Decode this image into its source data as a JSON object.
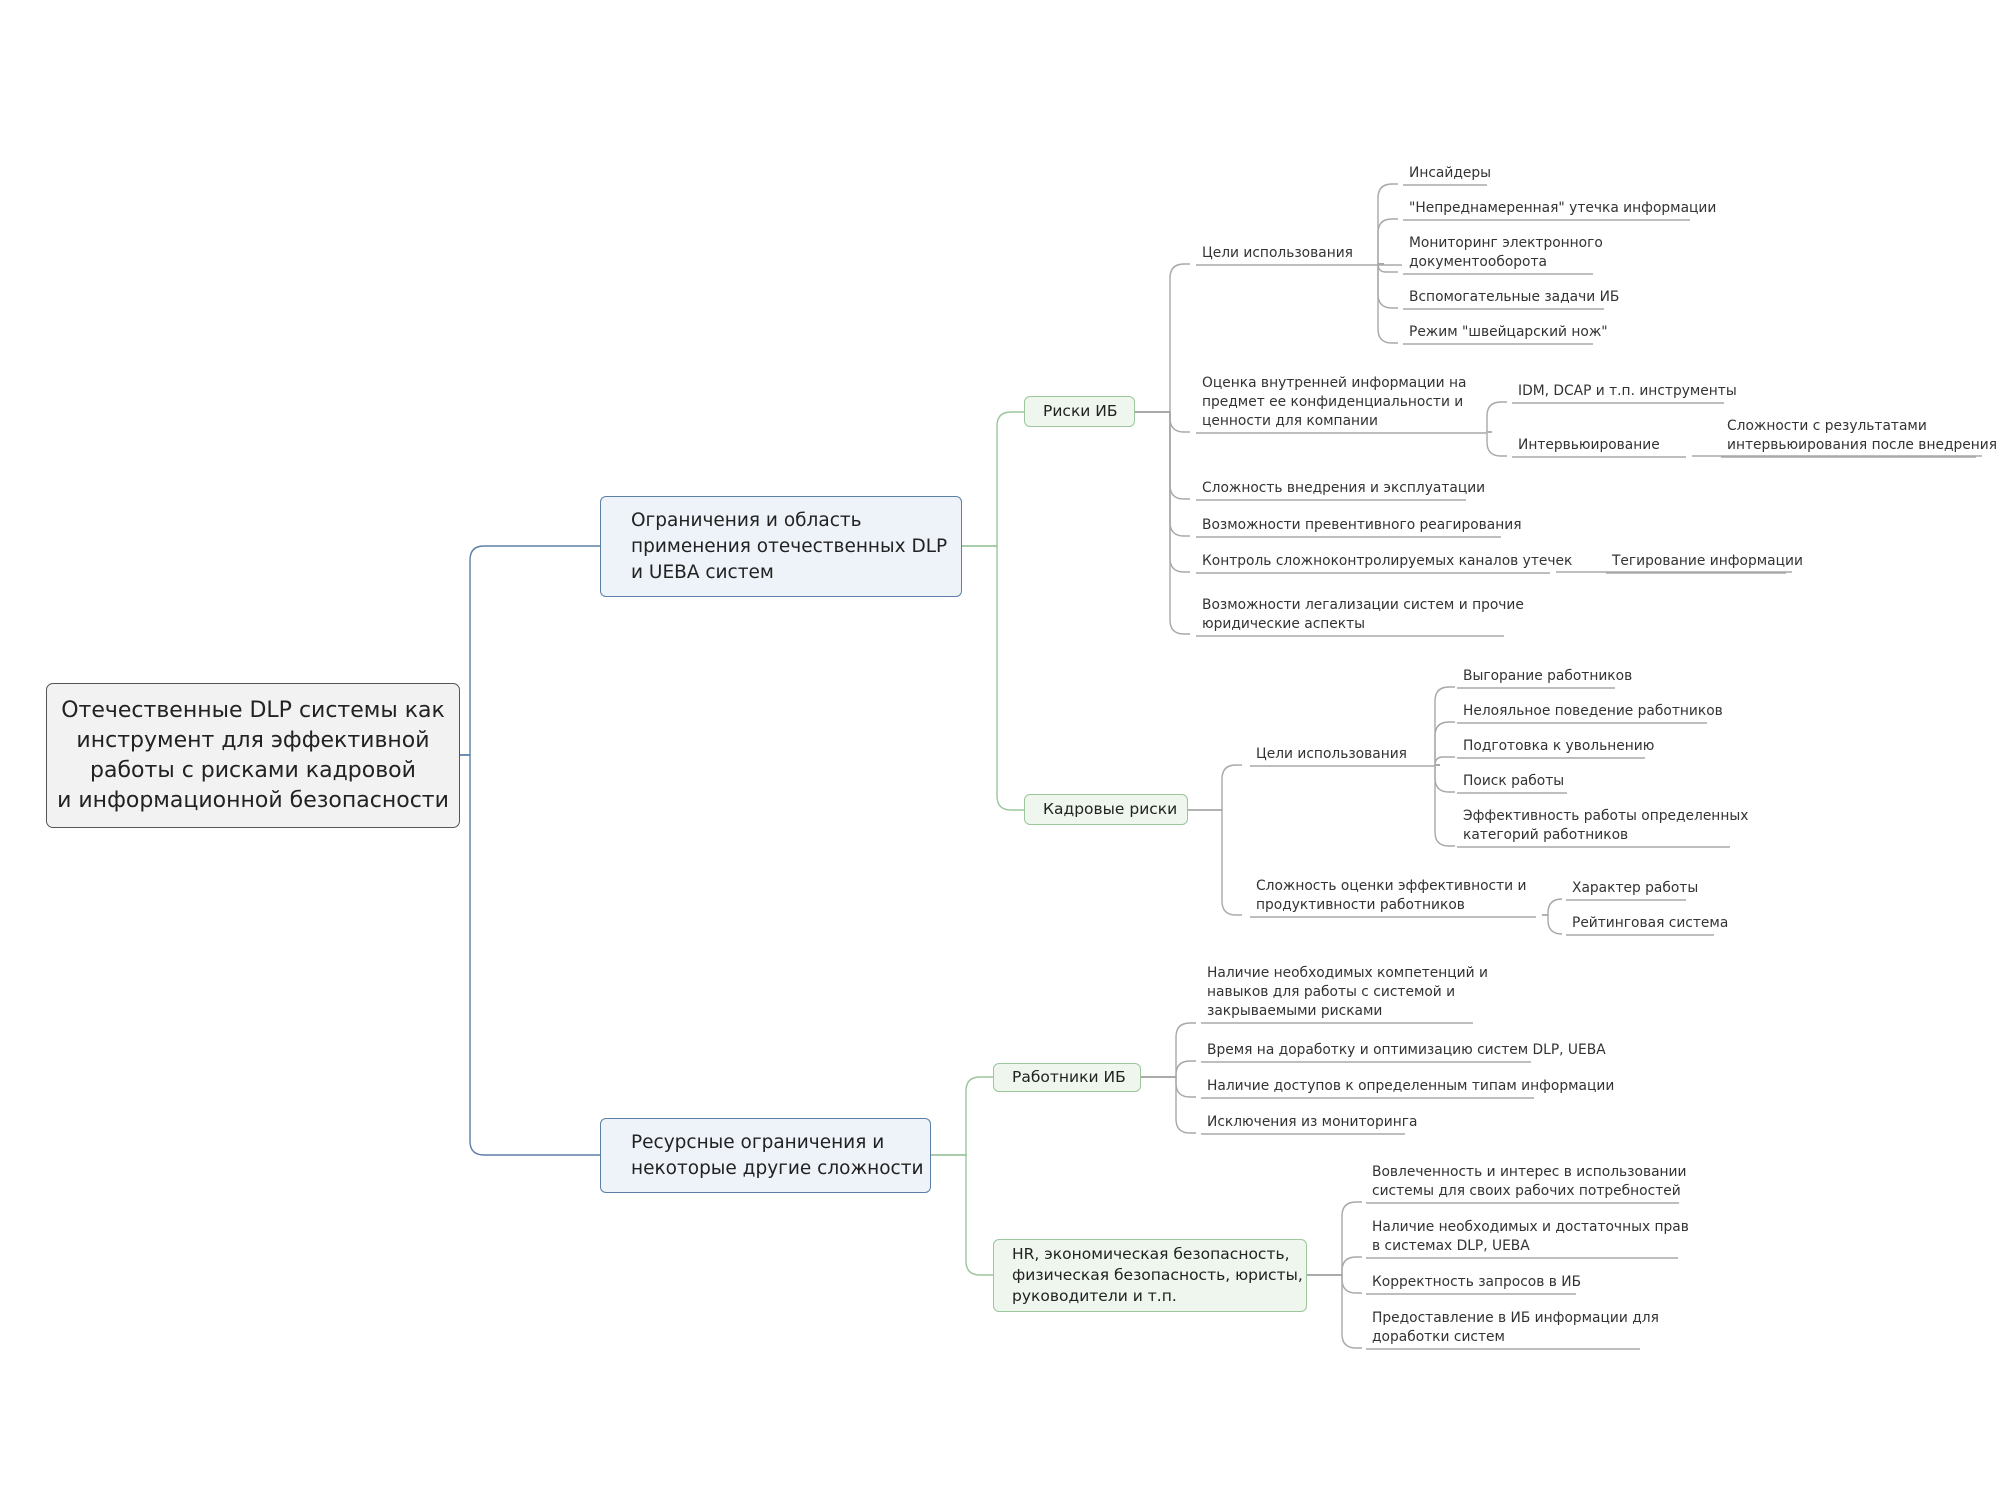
{
  "root": {
    "title": "Отечественные DLP системы как\nинструмент для эффективной\nработы с рисками кадровой\nи информационной безопасности"
  },
  "branches": [
    {
      "title": "Ограничения и область\nприменения отечественных DLP\nи UEBA систем",
      "children": [
        {
          "title": "Риски ИБ",
          "children": [
            {
              "text": "Цели использования",
              "children": [
                {
                  "text": "Инсайдеры"
                },
                {
                  "text": "\"Непреднамеренная\" утечка информации"
                },
                {
                  "text": "Мониторинг электронного\nдокументооборота"
                },
                {
                  "text": "Вспомогательные задачи ИБ"
                },
                {
                  "text": "Режим \"швейцарский нож\""
                }
              ]
            },
            {
              "text": "Оценка внутренней информации на\nпредмет ее конфиденциальности и\nценности для компании",
              "children": [
                {
                  "text": "IDM, DCAP и т.п. инструменты"
                },
                {
                  "text": "Интервьюирование",
                  "children": [
                    {
                      "text": "Сложности с результатами\nинтервьюирования после внедрения"
                    }
                  ]
                }
              ]
            },
            {
              "text": "Сложность внедрения и эксплуатации"
            },
            {
              "text": "Возможности превентивного реагирования"
            },
            {
              "text": "Контроль сложноконтролируемых каналов утечек",
              "children": [
                {
                  "text": "Тегирование информации"
                }
              ]
            },
            {
              "text": "Возможности легализации систем и прочие\nюридические аспекты"
            }
          ]
        },
        {
          "title": "Кадровые риски",
          "children": [
            {
              "text": "Цели использования",
              "children": [
                {
                  "text": "Выгорание работников"
                },
                {
                  "text": "Нелояльное поведение работников"
                },
                {
                  "text": "Подготовка к увольнению"
                },
                {
                  "text": "Поиск работы"
                },
                {
                  "text": "Эффективность работы определенных\nкатегорий работников"
                }
              ]
            },
            {
              "text": "Сложность оценки эффективности и\nпродуктивности работников",
              "children": [
                {
                  "text": "Характер работы"
                },
                {
                  "text": "Рейтинговая система"
                }
              ]
            }
          ]
        }
      ]
    },
    {
      "title": "Ресурсные ограничения и\nнекоторые другие сложности",
      "children": [
        {
          "title": "Работники ИБ",
          "children": [
            {
              "text": "Наличие необходимых компетенций и\nнавыков для работы с системой и\nзакрываемыми рисками"
            },
            {
              "text": "Время на доработку и оптимизацию систем DLP, UEBA"
            },
            {
              "text": "Наличие доступов к определенным типам информации"
            },
            {
              "text": "Исключения из мониторинга"
            }
          ]
        },
        {
          "title": "HR, экономическая безопасность,\nфизическая безопасность, юристы,\nруководители и т.п.",
          "children": [
            {
              "text": "Вовлеченность и интерес в использовании\nсистемы для своих рабочих потребностей"
            },
            {
              "text": "Наличие необходимых и достаточных прав\nв системах DLP, UEBA"
            },
            {
              "text": "Корректность запросов в ИБ"
            },
            {
              "text": "Предоставление в ИБ информации для\nдоработки систем"
            }
          ]
        }
      ]
    }
  ],
  "colors": {
    "root_border": "#555555",
    "main_border": "#5b7fa6",
    "main_fill": "#eef3fa",
    "sub_border": "#9cc69c",
    "sub_fill": "#eef6ee",
    "line_main": "#5b7fa6",
    "line_sub": "#9cc69c",
    "line_leaf": "#a8a8a8"
  }
}
